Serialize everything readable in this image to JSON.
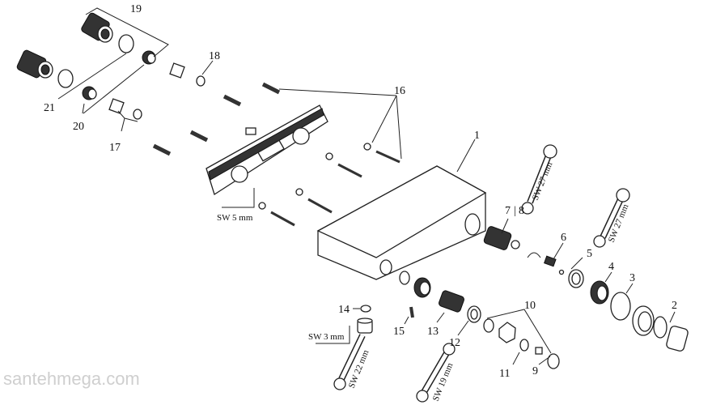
{
  "callouts": [
    "1",
    "2",
    "3",
    "4",
    "5",
    "6",
    "7",
    "8",
    "9",
    "10",
    "11",
    "12",
    "13",
    "14",
    "15",
    "16",
    "17",
    "18",
    "19",
    "20",
    "21"
  ],
  "wrench_labels": {
    "sw27_upper": "SW 27 mm",
    "sw27_lower": "SW 27 mm",
    "sw22": "SW 22 mm",
    "sw19": "SW 19 mm",
    "sw5": "SW 5 mm",
    "sw3": "SW 3 mm"
  },
  "watermark": "santehmega.com",
  "colors": {
    "line": "#222222",
    "background": "#ffffff",
    "watermark": "#cfcfcf"
  }
}
